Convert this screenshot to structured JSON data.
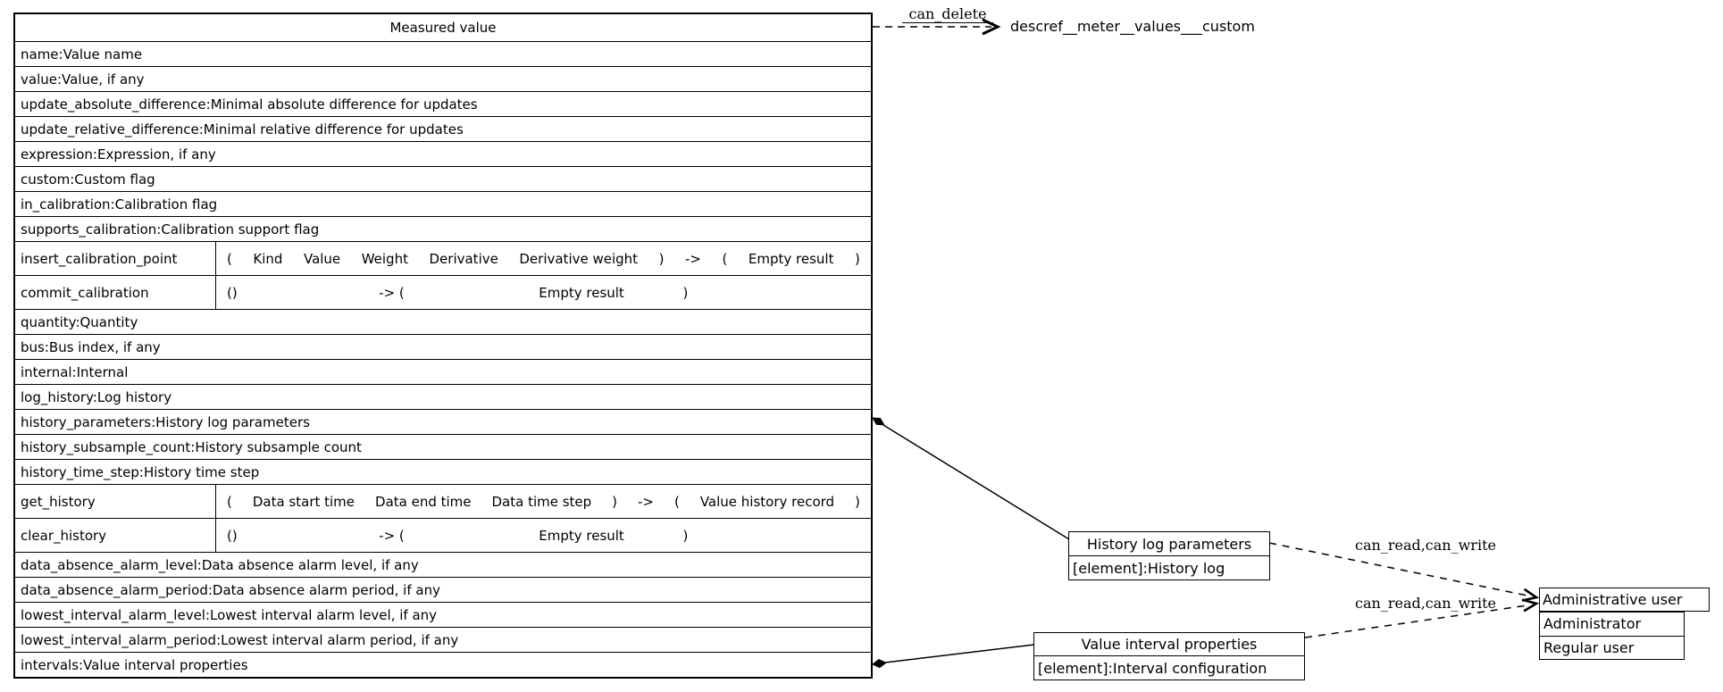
{
  "colors": {
    "line": "#000000",
    "background": "#ffffff",
    "text": "#000000"
  },
  "diagram": {
    "main_class": {
      "title": "Measured value",
      "rows": [
        {
          "type": "attr",
          "text": "name:Value name"
        },
        {
          "type": "attr",
          "text": "value:Value, if any"
        },
        {
          "type": "attr",
          "text": "update_absolute_difference:Minimal absolute difference for updates"
        },
        {
          "type": "attr",
          "text": "update_relative_difference:Minimal relative difference for updates"
        },
        {
          "type": "attr",
          "text": "expression:Expression, if any"
        },
        {
          "type": "attr",
          "text": "custom:Custom flag"
        },
        {
          "type": "attr",
          "text": "in_calibration:Calibration flag"
        },
        {
          "type": "attr",
          "text": "supports_calibration:Calibration support flag"
        },
        {
          "type": "method",
          "name": "insert_calibration_point",
          "layout": "justify",
          "tokens": [
            "(",
            "Kind",
            "Value",
            "Weight",
            "Derivative",
            "Derivative weight",
            ")",
            "->",
            "(",
            "Empty result",
            ")"
          ]
        },
        {
          "type": "method",
          "name": "commit_calibration",
          "layout": "spread",
          "tokens": [
            "()",
            "-> (",
            "Empty result",
            ")"
          ]
        },
        {
          "type": "attr",
          "text": "quantity:Quantity"
        },
        {
          "type": "attr",
          "text": "bus:Bus index, if any"
        },
        {
          "type": "attr",
          "text": "internal:Internal"
        },
        {
          "type": "attr",
          "text": "log_history:Log history"
        },
        {
          "type": "attr",
          "text": "history_parameters:History log parameters"
        },
        {
          "type": "attr",
          "text": "history_subsample_count:History subsample count"
        },
        {
          "type": "attr",
          "text": "history_time_step:History time step"
        },
        {
          "type": "method",
          "name": "get_history",
          "layout": "justify",
          "tokens": [
            "(",
            "Data start time",
            "Data end time",
            "Data time step",
            ")",
            "->",
            "(",
            "Value history record",
            ")"
          ]
        },
        {
          "type": "method",
          "name": "clear_history",
          "layout": "spread",
          "tokens": [
            "()",
            "-> (",
            "Empty result",
            ")"
          ]
        },
        {
          "type": "attr",
          "text": "data_absence_alarm_level:Data absence alarm level, if any"
        },
        {
          "type": "attr",
          "text": "data_absence_alarm_period:Data absence alarm period, if any"
        },
        {
          "type": "attr",
          "text": "lowest_interval_alarm_level:Lowest interval alarm level, if any"
        },
        {
          "type": "attr",
          "text": "lowest_interval_alarm_period:Lowest interval alarm period, if any"
        },
        {
          "type": "attr",
          "text": "intervals:Value interval properties"
        }
      ]
    },
    "external_node": {
      "text": "descref__meter__values___custom"
    },
    "edges": {
      "can_delete": {
        "label": "can_delete"
      },
      "history_params": {
        "label": "can_read,can_write"
      },
      "intervals": {
        "label": "can_read,can_write"
      }
    },
    "boxes": {
      "history_log": {
        "title": "History log parameters",
        "element": "[element]:History log"
      },
      "value_interval": {
        "title": "Value interval properties",
        "element": "[element]:Interval configuration"
      },
      "admin_user": {
        "title": "Administrative user",
        "rows": [
          "Administrator",
          "Regular user"
        ]
      }
    }
  }
}
